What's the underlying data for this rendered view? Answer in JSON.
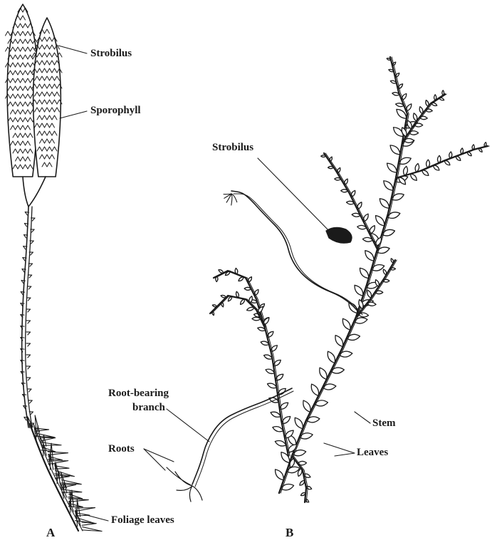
{
  "panels": {
    "a": {
      "letter": "A"
    },
    "b": {
      "letter": "B"
    }
  },
  "labels": {
    "a_strobilus": "Strobilus",
    "a_sporophyll": "Sporophyll",
    "a_foliage_leaves": "Foliage leaves",
    "b_strobilus": "Strobilus",
    "b_root_bearing_branch_line1": "Root-bearing",
    "b_root_bearing_branch_line2": "branch",
    "b_roots": "Roots",
    "b_stem": "Stem",
    "b_leaves": "Leaves"
  },
  "colors": {
    "ink": "#1a1a1a",
    "leaf_fill": "#ffffff",
    "background": "#ffffff"
  }
}
